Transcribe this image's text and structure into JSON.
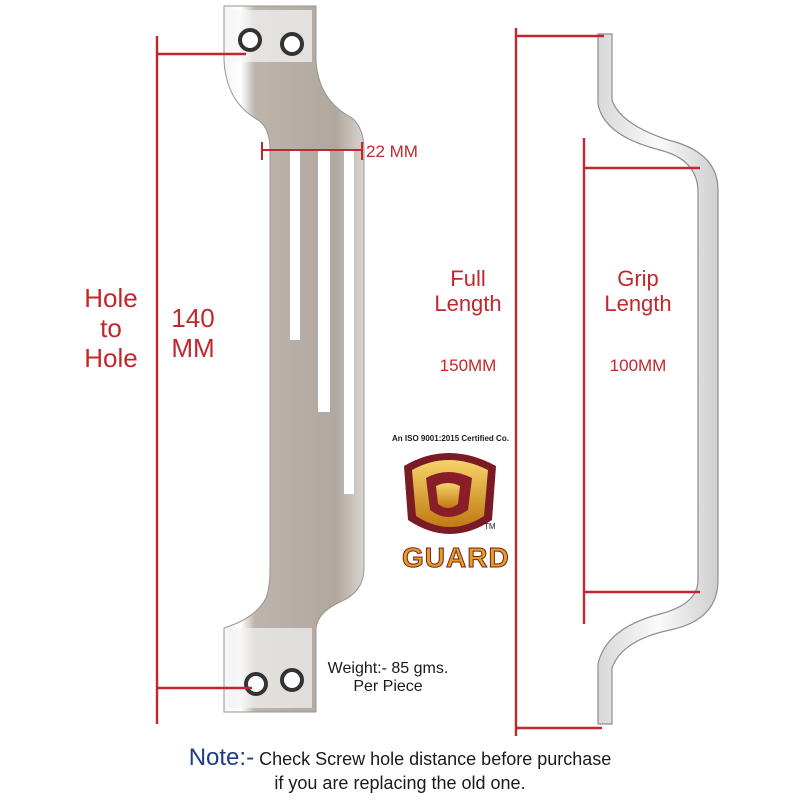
{
  "labels": {
    "hole_to_hole": [
      "Hole",
      "to",
      "Hole"
    ],
    "hole_dim": [
      "140",
      "MM"
    ],
    "width_dim": "22 MM",
    "full_length": [
      "Full",
      "Length"
    ],
    "full_dim": "150MM",
    "grip_length": [
      "Grip",
      "Length"
    ],
    "grip_dim": "100MM"
  },
  "logo": {
    "cert": "An ISO 9001:2015 Certified Co.",
    "brand": "GUARD",
    "tm": "TM"
  },
  "weight": {
    "line1": "Weight:- 85 gms.",
    "line2": "Per Piece"
  },
  "note": {
    "keyword": "Note:-",
    "line1": "Check Screw hole distance before purchase",
    "line2": "if you are replacing the old one."
  },
  "colors": {
    "dimension": "#c0282d",
    "note_keyword": "#1f3c88",
    "metal": "#b8b0a8",
    "logo_gold": "#e0a020",
    "logo_maroon": "#7a1a24"
  }
}
